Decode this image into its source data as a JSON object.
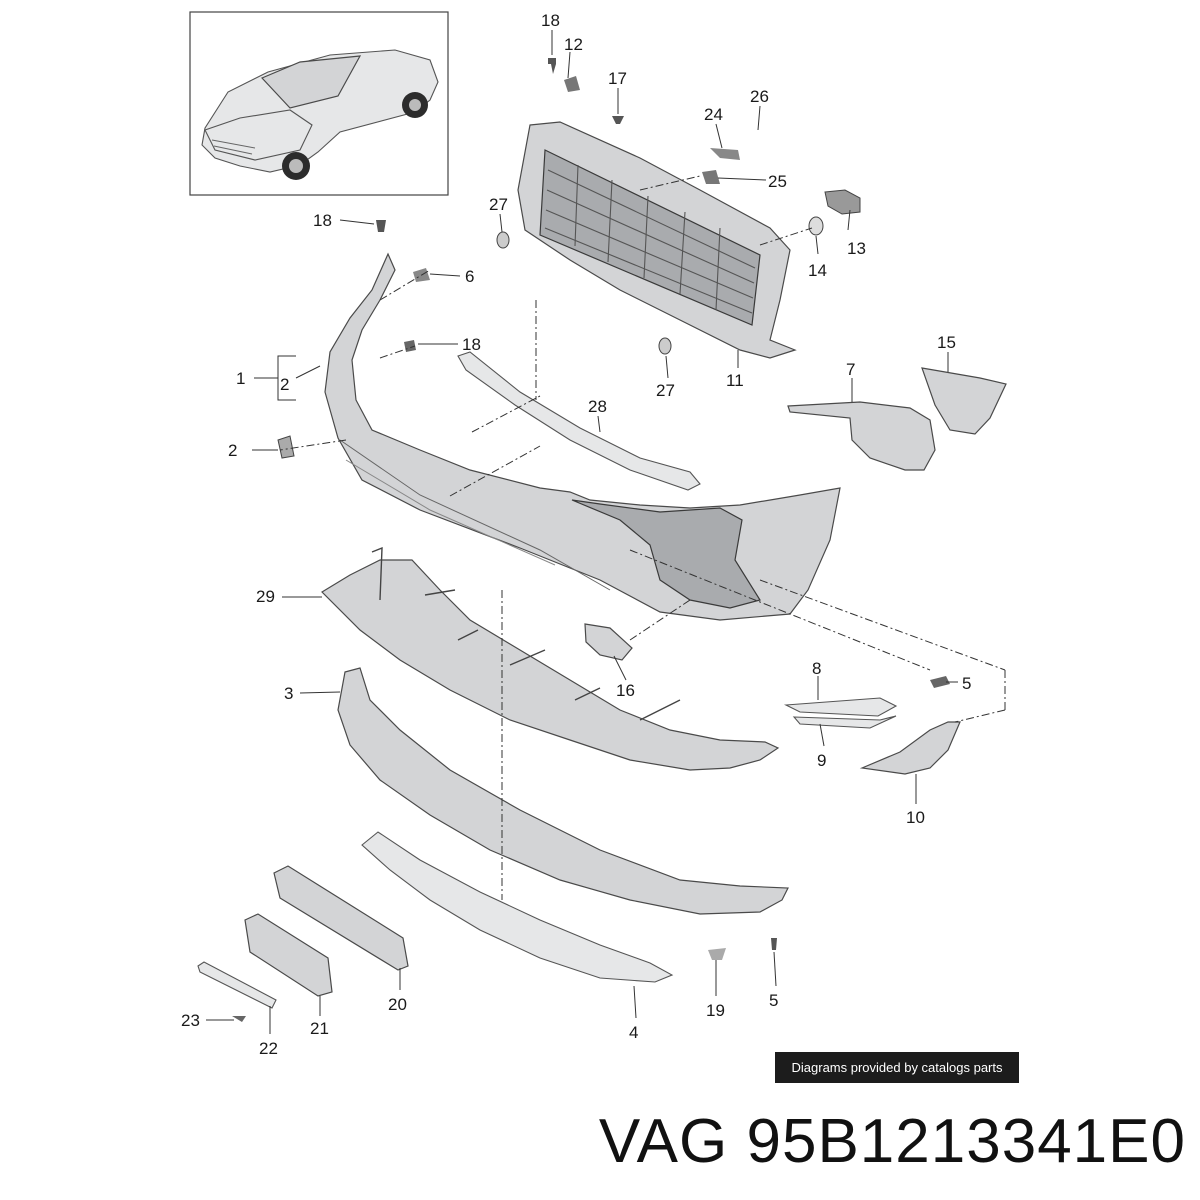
{
  "diagram": {
    "callouts": [
      {
        "id": "c1",
        "label": "1"
      },
      {
        "id": "c2a",
        "label": "2"
      },
      {
        "id": "c2b",
        "label": "2"
      },
      {
        "id": "c3",
        "label": "3"
      },
      {
        "id": "c4",
        "label": "4"
      },
      {
        "id": "c5a",
        "label": "5"
      },
      {
        "id": "c5b",
        "label": "5"
      },
      {
        "id": "c6",
        "label": "6"
      },
      {
        "id": "c7",
        "label": "7"
      },
      {
        "id": "c8",
        "label": "8"
      },
      {
        "id": "c9",
        "label": "9"
      },
      {
        "id": "c10",
        "label": "10"
      },
      {
        "id": "c11",
        "label": "11"
      },
      {
        "id": "c12",
        "label": "12"
      },
      {
        "id": "c13",
        "label": "13"
      },
      {
        "id": "c14",
        "label": "14"
      },
      {
        "id": "c15",
        "label": "15"
      },
      {
        "id": "c16",
        "label": "16"
      },
      {
        "id": "c17",
        "label": "17"
      },
      {
        "id": "c18a",
        "label": "18"
      },
      {
        "id": "c18b",
        "label": "18"
      },
      {
        "id": "c18c",
        "label": "18"
      },
      {
        "id": "c19",
        "label": "19"
      },
      {
        "id": "c20",
        "label": "20"
      },
      {
        "id": "c21",
        "label": "21"
      },
      {
        "id": "c22",
        "label": "22"
      },
      {
        "id": "c23",
        "label": "23"
      },
      {
        "id": "c24",
        "label": "24"
      },
      {
        "id": "c25",
        "label": "25"
      },
      {
        "id": "c26",
        "label": "26"
      },
      {
        "id": "c27a",
        "label": "27"
      },
      {
        "id": "c27b",
        "label": "27"
      },
      {
        "id": "c28",
        "label": "28"
      },
      {
        "id": "c29",
        "label": "29"
      }
    ]
  },
  "credit": "Diagrams provided by catalogs parts",
  "part_number": "VAG 95B1213341E0"
}
